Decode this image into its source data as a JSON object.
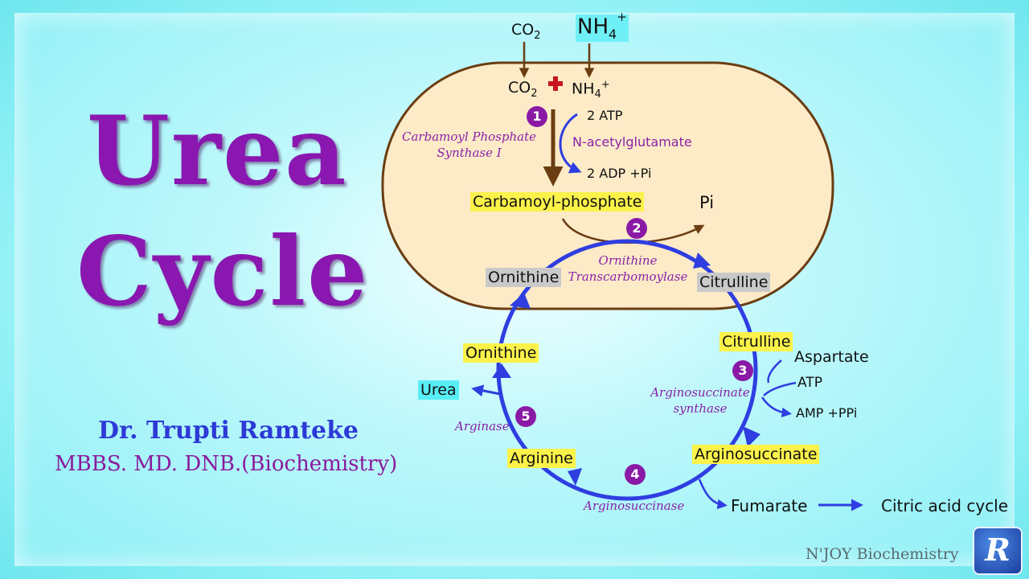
{
  "title": {
    "line1": "Urea",
    "line2": "Cycle"
  },
  "author": {
    "name": "Dr. Trupti Ramteke",
    "degrees": "MBBS. MD. DNB.(Biochemistry)"
  },
  "inputs": {
    "co2_outside": "CO",
    "co2_sub": "2",
    "nh4_outside": "NH",
    "nh4_sub": "4",
    "nh4_sup": "+",
    "co2_inside": "CO",
    "nh4_inside": "NH"
  },
  "steps": [
    {
      "num": "1",
      "enzyme_line1": "Carbamoyl Phosphate",
      "enzyme_line2": "Synthase I",
      "cofactor_in": "2 ATP",
      "activator": "N-acetylglutamate",
      "cofactor_out": "2 ADP +Pi"
    },
    {
      "num": "2",
      "enzyme_line1": "Ornithine",
      "enzyme_line2": "Transcarbomoylase",
      "byproduct": "Pi"
    },
    {
      "num": "3",
      "enzyme_line1": "Arginosuccinate",
      "enzyme_line2": "synthase",
      "input1": "Aspartate",
      "input2": "ATP",
      "output": "AMP +PPi"
    },
    {
      "num": "4",
      "enzyme": "Arginosuccinase",
      "product": "Fumarate",
      "destination": "Citric acid cycle"
    },
    {
      "num": "5",
      "enzyme": "Arginase",
      "product": "Urea"
    }
  ],
  "metabolites": {
    "carbamoyl_phosphate": "Carbamoyl-phosphate",
    "ornithine_mito": "Ornithine",
    "citrulline_mito": "Citrulline",
    "citrulline_cyto": "Citrulline",
    "arginosuccinate": "Arginosuccinate",
    "arginine": "Arginine",
    "ornithine_cyto": "Ornithine"
  },
  "brand": {
    "name": "N'JOY Biochemistry",
    "logo_letter": "R"
  },
  "colors": {
    "title": "#8a17b0",
    "cycle_arrow": "#2f3ee0",
    "mito_fill": "#fdebc8",
    "mito_border": "#6b3d12",
    "step_badge": "#8a1aa6",
    "highlight_yellow": "#fbf24a",
    "highlight_gray": "#c9c9c9"
  }
}
